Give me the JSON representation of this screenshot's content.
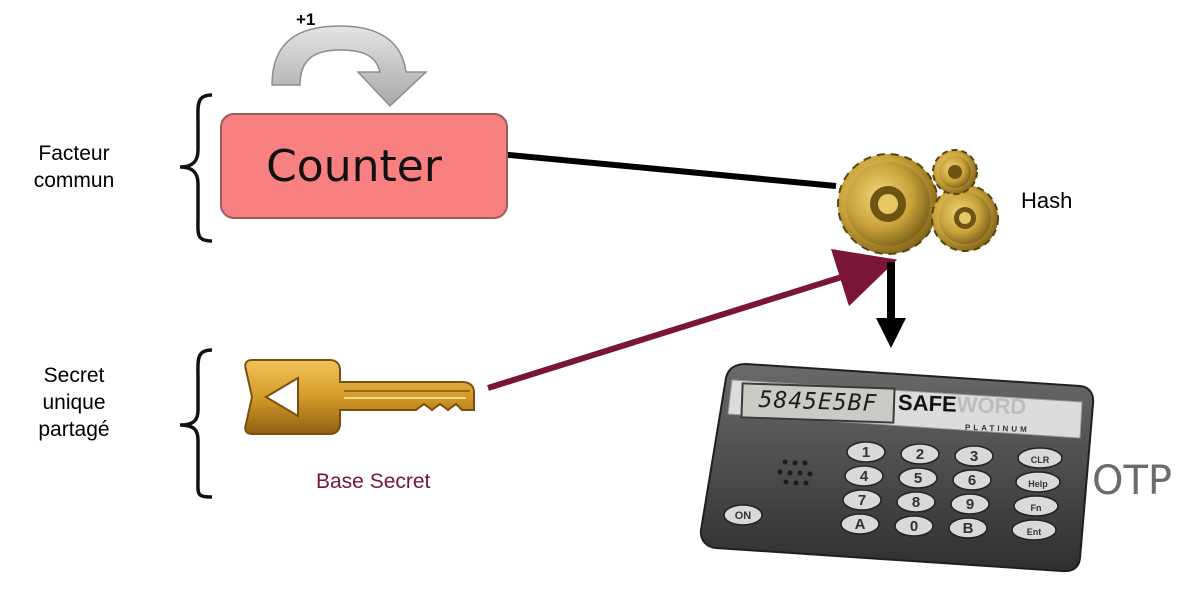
{
  "diagram": {
    "counter_label": "Counter",
    "increment_label": "+1",
    "common_factor_label": [
      "Facteur",
      "commun"
    ],
    "shared_secret_label": [
      "Secret",
      "unique",
      "partagé"
    ],
    "hash_label": "Hash",
    "base_secret_label": "Base Secret",
    "otp_label": "OTP"
  },
  "token": {
    "display_value": "5845E5BF",
    "brand_primary": "SAFE",
    "brand_secondary": "WORD",
    "brand_tertiary": "PLATINUM",
    "keys": [
      "1",
      "2",
      "3",
      "CLR",
      "4",
      "5",
      "6",
      "Help",
      "7",
      "8",
      "9",
      "Fn",
      "A",
      "0",
      "B",
      "Ent"
    ],
    "on_key": "ON"
  },
  "colors": {
    "counter_fill": "#f98080",
    "key_to_hash_arrow": "#7a1535",
    "base_secret_text": "#7a1535",
    "gear_gold": "#c9a23a",
    "key_gold": "#d49a2a",
    "token_body": "#4a4a4a",
    "otp_text": "#6b6b6b"
  }
}
